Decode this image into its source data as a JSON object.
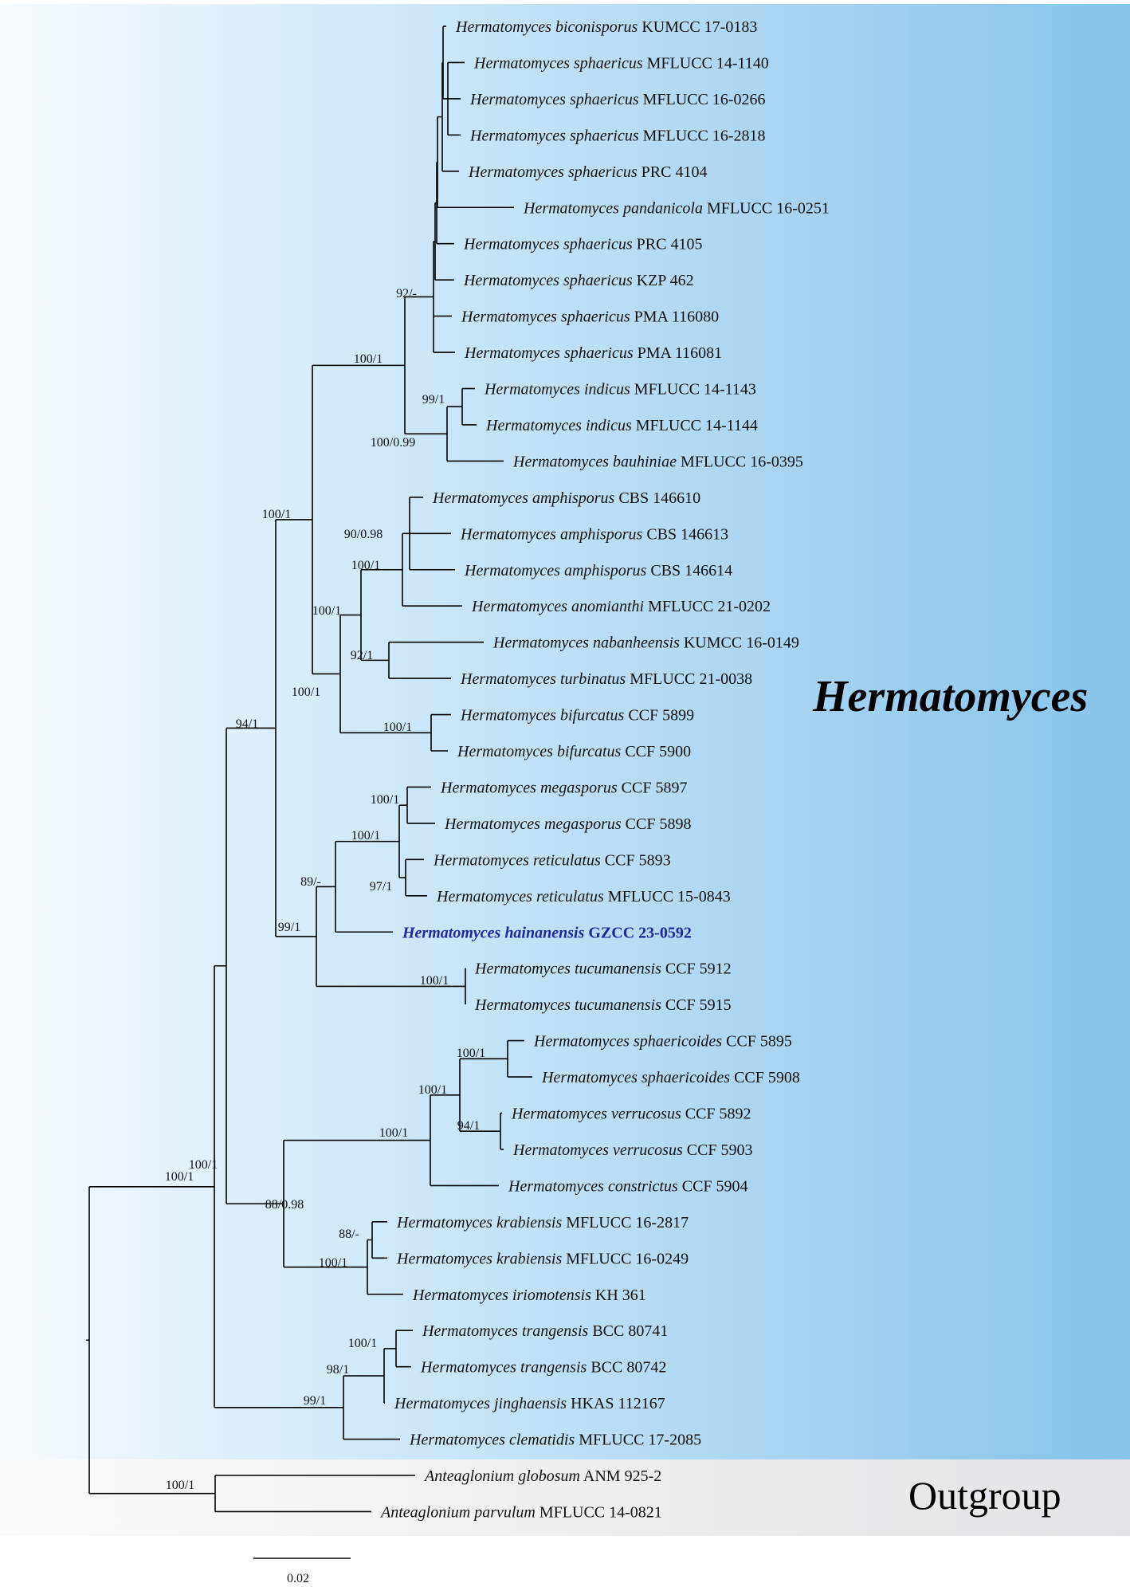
{
  "clades": {
    "ingroup_label": "Hermatomyces",
    "outgroup_label": "Outgroup",
    "ingroup_color_start": "#f7fbfe",
    "ingroup_color_end": "#85c4ec",
    "outgroup_color_start": "#fbfbfc",
    "outgroup_color_end": "#e3e4e9",
    "highlight_color": "#1c2a9e"
  },
  "scale_bar": {
    "label": "0.02"
  },
  "taxa": [
    {
      "genus": "Hermatomyces",
      "epithet": "biconisporus",
      "strain": "KUMCC 17-0183"
    },
    {
      "genus": "Hermatomyces",
      "epithet": "sphaericus",
      "strain": "MFLUCC 14-1140"
    },
    {
      "genus": "Hermatomyces",
      "epithet": "sphaericus",
      "strain": "MFLUCC 16-0266"
    },
    {
      "genus": "Hermatomyces",
      "epithet": "sphaericus",
      "strain": "MFLUCC 16-2818"
    },
    {
      "genus": "Hermatomyces",
      "epithet": "sphaericus",
      "strain": "PRC 4104"
    },
    {
      "genus": "Hermatomyces",
      "epithet": "pandanicola",
      "strain": "MFLUCC 16-0251"
    },
    {
      "genus": "Hermatomyces",
      "epithet": "sphaericus",
      "strain": "PRC 4105"
    },
    {
      "genus": "Hermatomyces",
      "epithet": "sphaericus",
      "strain": "KZP 462"
    },
    {
      "genus": "Hermatomyces",
      "epithet": "sphaericus",
      "strain": "PMA 116080"
    },
    {
      "genus": "Hermatomyces",
      "epithet": "sphaericus",
      "strain": "PMA 116081"
    },
    {
      "genus": "Hermatomyces",
      "epithet": "indicus",
      "strain": "MFLUCC 14-1143"
    },
    {
      "genus": "Hermatomyces",
      "epithet": "indicus",
      "strain": "MFLUCC 14-1144"
    },
    {
      "genus": "Hermatomyces",
      "epithet": "bauhiniae",
      "strain": "MFLUCC 16-0395"
    },
    {
      "genus": "Hermatomyces",
      "epithet": "amphisporus",
      "strain": "CBS 146610"
    },
    {
      "genus": "Hermatomyces",
      "epithet": "amphisporus",
      "strain": "CBS 146613"
    },
    {
      "genus": "Hermatomyces",
      "epithet": "amphisporus",
      "strain": "CBS 146614"
    },
    {
      "genus": "Hermatomyces",
      "epithet": "anomianthi",
      "strain": "MFLUCC 21-0202"
    },
    {
      "genus": "Hermatomyces",
      "epithet": "nabanheensis",
      "strain": "KUMCC 16-0149"
    },
    {
      "genus": "Hermatomyces",
      "epithet": "turbinatus",
      "strain": "MFLUCC 21-0038"
    },
    {
      "genus": "Hermatomyces",
      "epithet": "bifurcatus",
      "strain": "CCF 5899"
    },
    {
      "genus": "Hermatomyces",
      "epithet": "bifurcatus",
      "strain": "CCF 5900"
    },
    {
      "genus": "Hermatomyces",
      "epithet": "megasporus",
      "strain": "CCF 5897"
    },
    {
      "genus": "Hermatomyces",
      "epithet": "megasporus",
      "strain": "CCF 5898"
    },
    {
      "genus": "Hermatomyces",
      "epithet": "reticulatus",
      "strain": "CCF 5893"
    },
    {
      "genus": "Hermatomyces",
      "epithet": "reticulatus",
      "strain": "MFLUCC 15-0843"
    },
    {
      "genus": "Hermatomyces",
      "epithet": "hainanensis",
      "strain": "GZCC 23-0592",
      "highlight": true
    },
    {
      "genus": "Hermatomyces",
      "epithet": "tucumanensis",
      "strain": "CCF 5912"
    },
    {
      "genus": "Hermatomyces",
      "epithet": "tucumanensis",
      "strain": "CCF 5915"
    },
    {
      "genus": "Hermatomyces",
      "epithet": "sphaericoides",
      "strain": "CCF 5895"
    },
    {
      "genus": "Hermatomyces",
      "epithet": "sphaericoides",
      "strain": "CCF 5908"
    },
    {
      "genus": "Hermatomyces",
      "epithet": "verrucosus",
      "strain": "CCF 5892"
    },
    {
      "genus": "Hermatomyces",
      "epithet": "verrucosus",
      "strain": "CCF 5903"
    },
    {
      "genus": "Hermatomyces",
      "epithet": "constrictus",
      "strain": "CCF 5904"
    },
    {
      "genus": "Hermatomyces",
      "epithet": "krabiensis",
      "strain": "MFLUCC 16-2817"
    },
    {
      "genus": "Hermatomyces",
      "epithet": "krabiensis",
      "strain": "MFLUCC 16-0249"
    },
    {
      "genus": "Hermatomyces",
      "epithet": "iriomotensis",
      "strain": "KH 361"
    },
    {
      "genus": "Hermatomyces",
      "epithet": "trangensis",
      "strain": "BCC 80741"
    },
    {
      "genus": "Hermatomyces",
      "epithet": "trangensis",
      "strain": "BCC 80742"
    },
    {
      "genus": "Hermatomyces",
      "epithet": "jinghaensis",
      "strain": "HKAS 112167"
    },
    {
      "genus": "Hermatomyces",
      "epithet": "clematidis",
      "strain": "MFLUCC 17-2085"
    },
    {
      "genus": "Anteaglonium",
      "epithet": "globosum",
      "strain": "ANM 925-2"
    },
    {
      "genus": "Anteaglonium",
      "epithet": "parvulum",
      "strain": "MFLUCC 14-0821"
    }
  ],
  "support_values": [
    "92/-",
    "100/1",
    "99/1",
    "100/0.99",
    "100/1",
    "90/0.98",
    "100/1",
    "100/1",
    "92/1",
    "100/1",
    "100/1",
    "94/1",
    "100/1",
    "100/1",
    "97/1",
    "89/-",
    "99/1",
    "100/1",
    "100/1",
    "100/1",
    "94/1",
    "100/1",
    "100/1",
    "88/0.98",
    "88/-",
    "100/1",
    "100/1",
    "98/1",
    "99/1",
    "100/1"
  ]
}
